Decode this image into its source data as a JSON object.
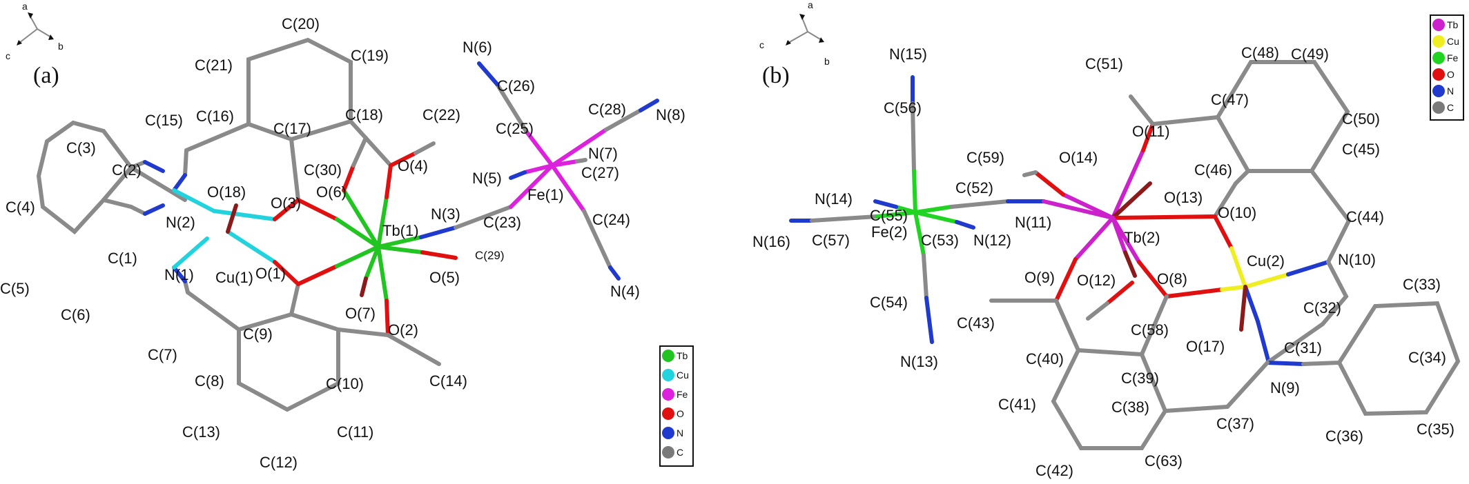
{
  "panels": [
    {
      "id": "a",
      "panel_label": "(a)",
      "axes": {
        "a": "a",
        "b": "b",
        "c": "c"
      },
      "legend": [
        {
          "label": "Tb",
          "color": "#22c422"
        },
        {
          "label": "Cu",
          "color": "#22d3dd"
        },
        {
          "label": "Fe",
          "color": "#dd22dd"
        },
        {
          "label": "O",
          "color": "#e01010"
        },
        {
          "label": "N",
          "color": "#1f3acc"
        },
        {
          "label": "C",
          "color": "#7a7a7a"
        }
      ],
      "atoms": [
        {
          "label": "C(1)"
        },
        {
          "label": "C(2)"
        },
        {
          "label": "C(3)"
        },
        {
          "label": "C(4)"
        },
        {
          "label": "C(5)"
        },
        {
          "label": "C(6)"
        },
        {
          "label": "C(7)"
        },
        {
          "label": "C(8)"
        },
        {
          "label": "C(9)"
        },
        {
          "label": "C(10)"
        },
        {
          "label": "C(11)"
        },
        {
          "label": "C(12)"
        },
        {
          "label": "C(13)"
        },
        {
          "label": "C(14)"
        },
        {
          "label": "C(15)"
        },
        {
          "label": "C(16)"
        },
        {
          "label": "C(17)"
        },
        {
          "label": "C(18)"
        },
        {
          "label": "C(19)"
        },
        {
          "label": "C(20)"
        },
        {
          "label": "C(21)"
        },
        {
          "label": "C(22)"
        },
        {
          "label": "C(23)"
        },
        {
          "label": "C(24)"
        },
        {
          "label": "C(25)"
        },
        {
          "label": "C(26)"
        },
        {
          "label": "C(27)"
        },
        {
          "label": "C(28)"
        },
        {
          "label": "C(29)"
        },
        {
          "label": "C(30)"
        },
        {
          "label": "N(1)"
        },
        {
          "label": "N(2)"
        },
        {
          "label": "N(3)"
        },
        {
          "label": "N(4)"
        },
        {
          "label": "N(5)"
        },
        {
          "label": "N(6)"
        },
        {
          "label": "N(7)"
        },
        {
          "label": "N(8)"
        },
        {
          "label": "O(1)"
        },
        {
          "label": "O(2)"
        },
        {
          "label": "O(3)"
        },
        {
          "label": "O(4)"
        },
        {
          "label": "O(5)"
        },
        {
          "label": "O(6)"
        },
        {
          "label": "O(7)"
        },
        {
          "label": "O(18)"
        },
        {
          "label": "Cu(1)"
        },
        {
          "label": "Tb(1)"
        },
        {
          "label": "Fe(1)"
        }
      ]
    },
    {
      "id": "b",
      "panel_label": "(b)",
      "axes": {
        "a": "a",
        "b": "b",
        "c": "c"
      },
      "legend": [
        {
          "label": "Tb",
          "color": "#cc22cc"
        },
        {
          "label": "Cu",
          "color": "#eeee22"
        },
        {
          "label": "Fe",
          "color": "#22d422"
        },
        {
          "label": "O",
          "color": "#e01010"
        },
        {
          "label": "N",
          "color": "#1f3acc"
        },
        {
          "label": "C",
          "color": "#7a7a7a"
        }
      ],
      "atoms": [
        {
          "label": "C(31)"
        },
        {
          "label": "C(32)"
        },
        {
          "label": "C(33)"
        },
        {
          "label": "C(34)"
        },
        {
          "label": "C(35)"
        },
        {
          "label": "C(36)"
        },
        {
          "label": "C(37)"
        },
        {
          "label": "C(38)"
        },
        {
          "label": "C(39)"
        },
        {
          "label": "C(40)"
        },
        {
          "label": "C(41)"
        },
        {
          "label": "C(42)"
        },
        {
          "label": "C(43)"
        },
        {
          "label": "C(44)"
        },
        {
          "label": "C(45)"
        },
        {
          "label": "C(46)"
        },
        {
          "label": "C(47)"
        },
        {
          "label": "C(48)"
        },
        {
          "label": "C(49)"
        },
        {
          "label": "C(50)"
        },
        {
          "label": "C(51)"
        },
        {
          "label": "C(52)"
        },
        {
          "label": "C(53)"
        },
        {
          "label": "C(54)"
        },
        {
          "label": "C(55)"
        },
        {
          "label": "C(56)"
        },
        {
          "label": "C(57)"
        },
        {
          "label": "C(58)"
        },
        {
          "label": "C(59)"
        },
        {
          "label": "C(63)"
        },
        {
          "label": "N(9)"
        },
        {
          "label": "N(10)"
        },
        {
          "label": "N(11)"
        },
        {
          "label": "N(12)"
        },
        {
          "label": "N(13)"
        },
        {
          "label": "N(14)"
        },
        {
          "label": "N(15)"
        },
        {
          "label": "N(16)"
        },
        {
          "label": "O(8)"
        },
        {
          "label": "O(9)"
        },
        {
          "label": "O(10)"
        },
        {
          "label": "O(11)"
        },
        {
          "label": "O(12)"
        },
        {
          "label": "O(13)"
        },
        {
          "label": "O(14)"
        },
        {
          "label": "O(17)"
        },
        {
          "label": "Cu(2)"
        },
        {
          "label": "Tb(2)"
        },
        {
          "label": "Fe(2)"
        }
      ]
    }
  ]
}
